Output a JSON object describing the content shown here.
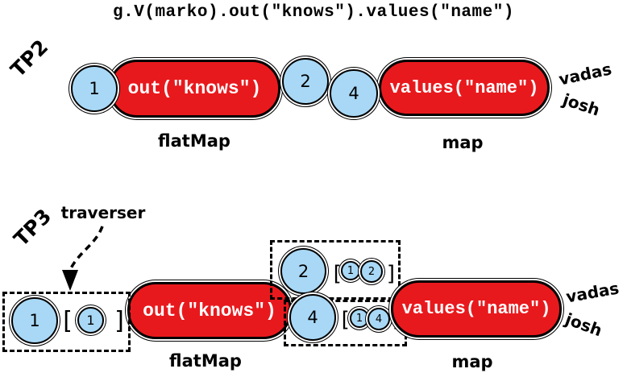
{
  "title": "g.V(marko).out(\"knows\").values(\"name\")",
  "colors": {
    "step_red": "#e8191d",
    "traverser_blue": "#a8d8f6"
  },
  "tp2": {
    "label": "TP2",
    "input": {
      "value": "1"
    },
    "flatmap": {
      "code": "out(\"knows\")",
      "label": "flatMap"
    },
    "mids": [
      {
        "value": "2"
      },
      {
        "value": "4"
      }
    ],
    "map": {
      "code": "values(\"name\")",
      "label": "map"
    },
    "outputs": [
      {
        "value": "vadas"
      },
      {
        "value": "josh"
      }
    ]
  },
  "tp3": {
    "label": "TP3",
    "annotation": "traverser",
    "input": {
      "value": "1",
      "open": "[",
      "bulk": "1",
      "close": "]"
    },
    "flatmap": {
      "code": "out(\"knows\")",
      "label": "flatMap"
    },
    "mids": [
      {
        "value": "2",
        "open": "[",
        "path0": "1",
        "path1": "2",
        "close": "]"
      },
      {
        "value": "4",
        "open": "[",
        "path0": "1",
        "path1": "4",
        "close": "]"
      }
    ],
    "map": {
      "code": "values(\"name\")",
      "label": "map"
    },
    "outputs": [
      {
        "value": "vadas"
      },
      {
        "value": "josh"
      }
    ]
  }
}
